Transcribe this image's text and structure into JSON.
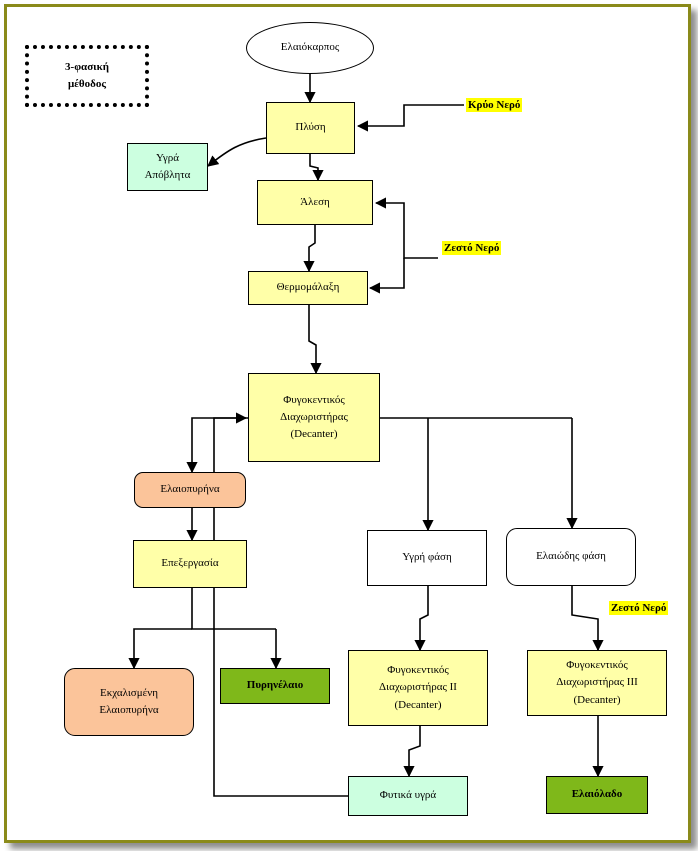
{
  "method_label": "3-φασική\nμέθοδος",
  "nodes": {
    "olive_fruit": "Ελαιόκαρπος",
    "washing": "Πλύση",
    "liquid_waste": "Υγρά\nΑπόβλητα",
    "grinding": "Άλεση",
    "malaxation": "Θερμομάλαξη",
    "decanter_1": "Φυγοκεντικός\nΔιαχωριστήρας\n(Decanter)",
    "olive_pomace": "Ελαιοπυρήνα",
    "processing": "Επεξεργασία",
    "water_phase": "Υγρή φάση",
    "oil_phase": "Ελαιώδης φάση",
    "exhausted_pomace": "Εκχαλισμένη\nΕλαιοπυρήνα",
    "pomace_oil": "Πυρηνέλαιο",
    "decanter_2": "Φυγοκεντικός\nΔιαχωριστήρας  ΙΙ\n(Decanter)",
    "decanter_3": "Φυγοκεντικός\nΔιαχωριστήρας  ΙΙΙ\n(Decanter)",
    "vegetable_water": "Φυτικά υγρά",
    "olive_oil": "Ελαιόλαδο"
  },
  "inputs": {
    "cold_water": "Κρύο Νερό",
    "hot_water_1": "Ζεστό Νερό",
    "hot_water_2": "Ζεστό Νερό"
  },
  "colors": {
    "frame": "#8a8a1a",
    "process": "#ffffa8",
    "liquid": "#ccffe0",
    "pomace": "#fbc49a",
    "product": "#7fb81a",
    "highlight": "#ffff00"
  }
}
